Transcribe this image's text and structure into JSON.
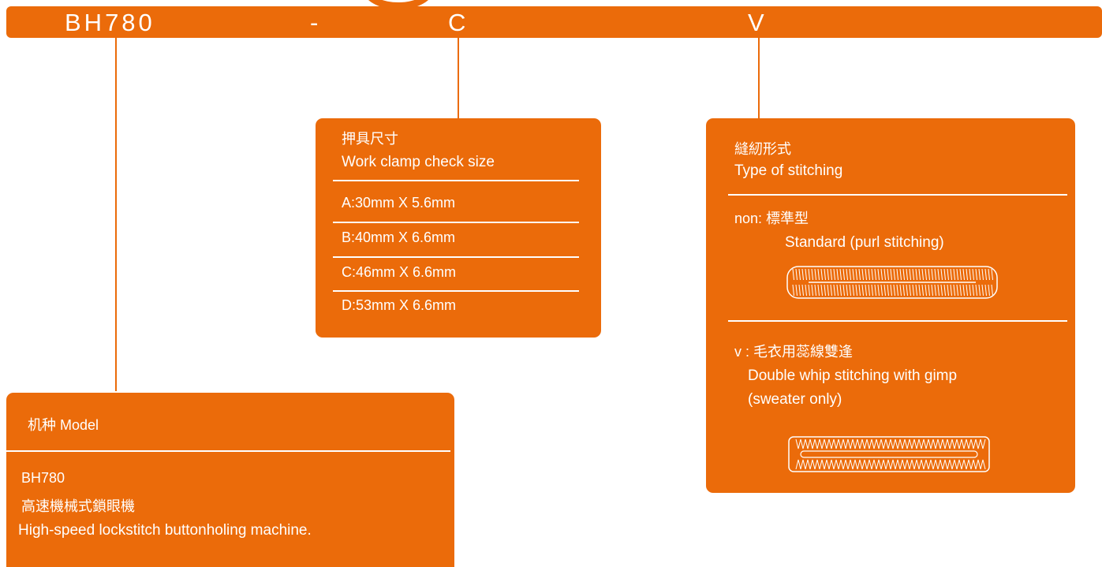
{
  "header": {
    "model": "BH780",
    "dash": "-",
    "clamp_code": "C",
    "stitch_code": "V"
  },
  "model_panel": {
    "heading": "机种 Model",
    "code": "BH780",
    "name_zh": "高速機械式鎖眼機",
    "name_en": "High-speed lockstitch buttonholing machine."
  },
  "clamp_panel": {
    "title_zh": "押具尺寸",
    "title_en": "Work clamp check size",
    "options": [
      "A:30mm X 5.6mm",
      "B:40mm X 6.6mm",
      "C:46mm X 6.6mm",
      "D:53mm X 6.6mm"
    ]
  },
  "stitch_panel": {
    "title_zh": "縫紉形式",
    "title_en": "Type of stitching",
    "option_non_label": "non: 標準型",
    "option_non_desc": "Standard (purl stitching)",
    "option_v_label": "v : 毛衣用蕊線雙逢",
    "option_v_desc_1": "Double whip stitching with gimp",
    "option_v_desc_2": "(sweater only)"
  },
  "colors": {
    "accent": "#EB6B0A",
    "text": "#FFFFFF"
  },
  "icons": [
    "purl-stitch-buttonhole-icon",
    "whip-stitch-buttonhole-icon"
  ]
}
